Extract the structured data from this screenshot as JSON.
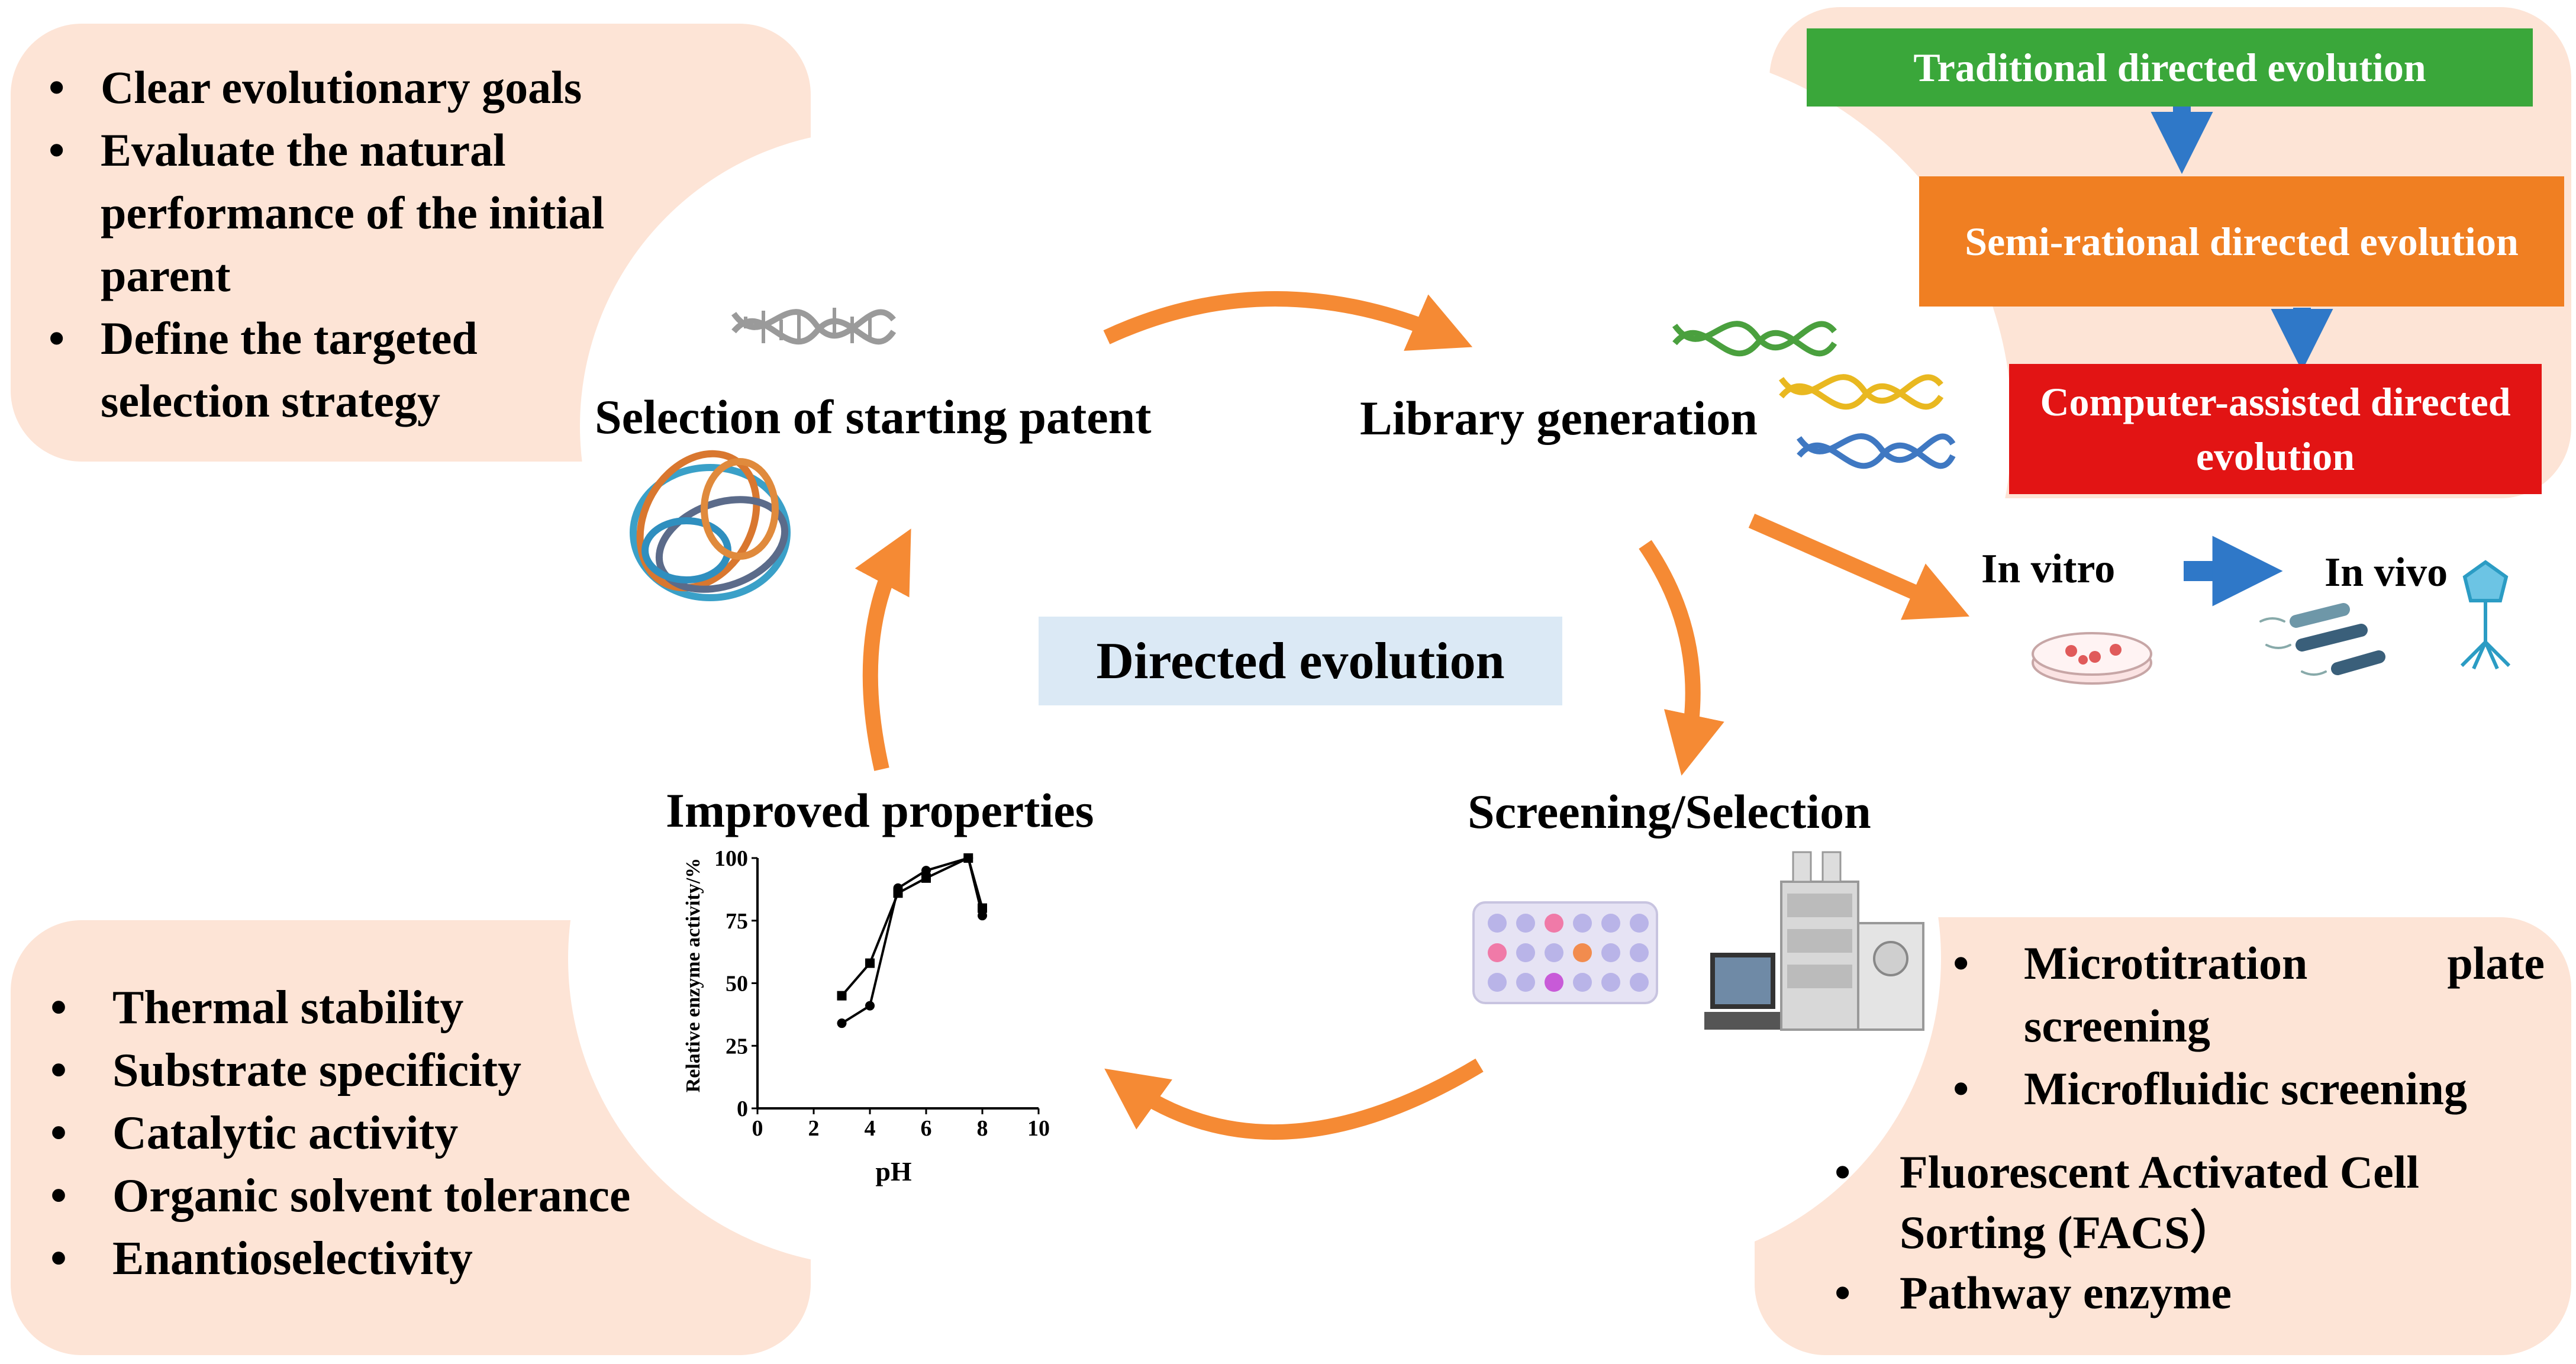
{
  "colors": {
    "peach_panel": "#fde4d6",
    "arrow_orange": "#f58a34",
    "arrow_blue": "#2f78c8",
    "green_box": "#3aa73a",
    "orange_box": "#f07f22",
    "red_box": "#e21414",
    "center_label_bg": "#dbe9f5"
  },
  "center_label": "Directed evolution",
  "nodes": {
    "selection": "Selection of starting patent",
    "library": "Library generation",
    "screening": "Screening/Selection",
    "improved": "Improved properties"
  },
  "panels": {
    "goals": [
      "Clear evolutionary goals",
      "Evaluate the natural performance of the initial parent",
      "Define the targeted selection strategy"
    ],
    "properties": [
      "Thermal stability",
      "Substrate specificity",
      "Catalytic activity",
      "Organic solvent tolerance",
      "Enantioselectivity"
    ],
    "screening_methods": [
      "Microtitration plate screening",
      "Microfluidic screening",
      "Fluorescent Activated Cell Sorting (FACS）",
      "Pathway enzyme"
    ],
    "bullet": "•"
  },
  "evolution_types": [
    "Traditional directed evolution",
    "Semi-rational directed evolution",
    "Computer-assisted directed evolution"
  ],
  "expression": {
    "in_vitro": "In vitro",
    "in_vivo": "In vivo"
  },
  "icons": [
    "dna-helix-icon",
    "protein-structure-icon",
    "microplate-icon",
    "hplc-instrument-icon",
    "petri-dish-icon",
    "bacteria-icon",
    "phage-icon"
  ],
  "chart_data": {
    "type": "line",
    "xlabel": "pH",
    "ylabel": "Relative enzyme activity/%",
    "xlim": [
      0,
      10
    ],
    "ylim": [
      0,
      100
    ],
    "xticks": [
      0,
      2,
      4,
      6,
      8,
      10
    ],
    "yticks": [
      0,
      25,
      50,
      75,
      100
    ],
    "series": [
      {
        "marker": "square",
        "x": [
          3,
          4,
          5,
          6,
          7.5,
          8
        ],
        "y": [
          45,
          58,
          86,
          92,
          100,
          80
        ]
      },
      {
        "marker": "circle",
        "x": [
          3,
          4,
          5,
          6,
          7.5,
          8
        ],
        "y": [
          34,
          41,
          88,
          95,
          100,
          77
        ]
      }
    ]
  }
}
